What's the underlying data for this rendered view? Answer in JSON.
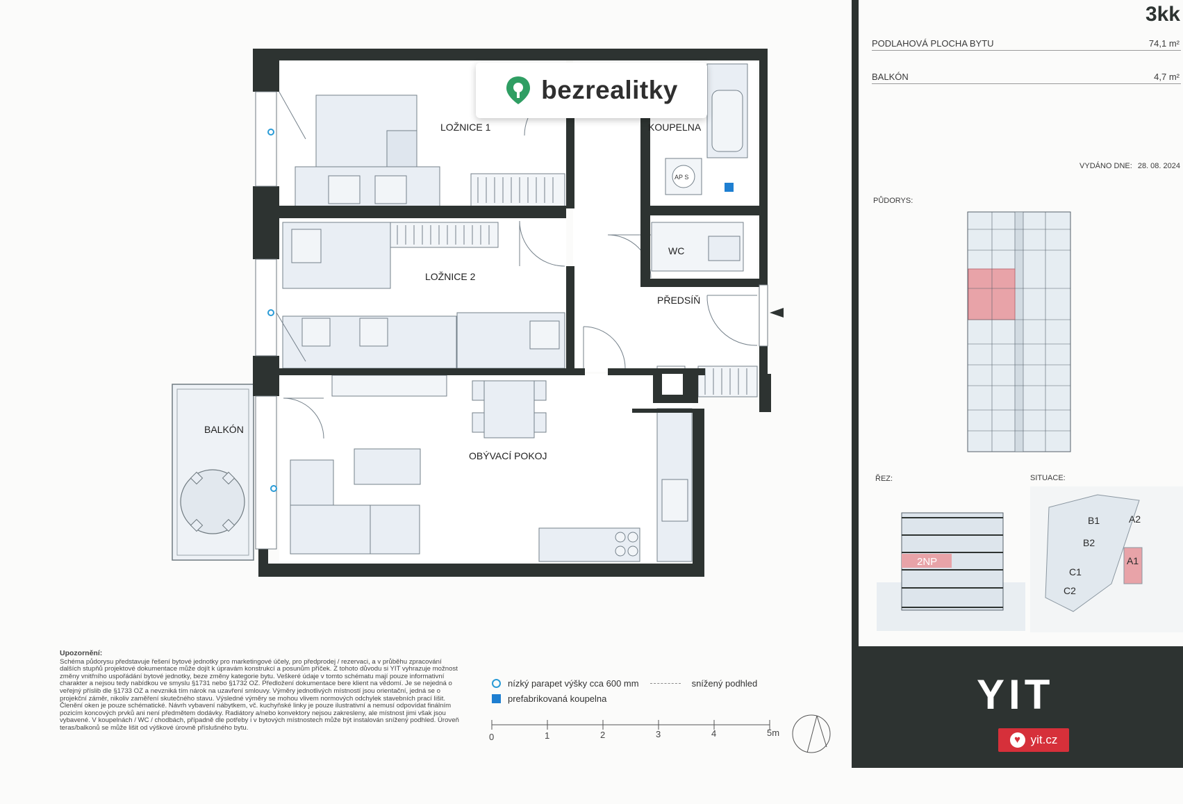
{
  "watermark": {
    "brand": "bezrealitky"
  },
  "rooms": {
    "loznice1": "LOŽNICE 1",
    "koupelna": "KOUPELNA",
    "loznice2": "LOŽNICE 2",
    "wc": "WC",
    "predsin": "PŘEDSÍŇ",
    "obyvaci": "OBÝVACÍ POKOJ",
    "balkon": "BALKÓN",
    "aps": "AP S"
  },
  "panel": {
    "unit_type": "3kk",
    "floor_area_label": "PODLAHOVÁ PLOCHA BYTU",
    "floor_area_value": "74,1 m²",
    "balcony_label": "BALKÓN",
    "balcony_value": "4,7 m²",
    "issued_label": "VYDÁNO DNE:",
    "issued_date": "28. 08. 2024",
    "pudorys_label": "PŮDORYS:",
    "rez_label": "ŘEZ:",
    "situace_label": "SITUACE:",
    "floor_tag": "2NP",
    "buildings": [
      "B1",
      "A2",
      "B2",
      "A1",
      "C1",
      "C2"
    ],
    "logo": "YIT",
    "website": "yit.cz"
  },
  "notice": {
    "title": "Upozornění:",
    "text": "Schéma půdorysu představuje řešení bytové jednotky pro marketingové účely, pro předprodej / rezervaci, a v průběhu zpracování dalších stupňů projektové dokumentace může dojít k úpravám konstrukcí a posunům příček. Z tohoto důvodu si YIT vyhrazuje možnost změny vnitřního uspořádání bytové jednotky, beze změny kategorie bytu. Veškeré údaje v tomto schématu mají pouze informativní charakter a nejsou tedy nabídkou ve smyslu §1731 nebo §1732 OZ. Předložení dokumentace bere klient na vědomí. Je se nejedná o veřejný příslib dle §1733 OZ a nevzniká tím nárok na uzavření smlouvy. Výměry jednotlivých místností jsou orientační, jedná se o projekční záměr, nikoliv zaměření skutečného stavu. Výsledné výměry se mohou vlivem normových odchylek stavebních prací lišit. Členění oken je pouze schématické. Návrh vybavení nábytkem, vč. kuchyňské linky je pouze ilustrativní a nemusí odpovídat finálním pozicím koncových prvků ani není předmětem dodávky. Radiátory a/nebo konvektory nejsou zakresleny, ale místnost jimi však jsou vybavené. V koupelnách / WC / chodbách, případně dle potřeby i v bytových místnostech může být instalován snížený podhled. Úroveň teras/balkonů se může lišit od výškové úrovně příslušného bytu."
  },
  "legend": {
    "parapet": "nízký parapet výšky cca 600 mm",
    "ceiling": "snížený podhled",
    "bathroom": "prefabrikovaná koupelna"
  },
  "scale": {
    "ticks": [
      "0",
      "1",
      "2",
      "3",
      "4",
      "5m"
    ]
  },
  "colors": {
    "wall": "#2d3331",
    "highlight": "#e8a3a8",
    "accent": "#d6303a",
    "parapet": "#2a9bd6",
    "bath": "#1e7fd1",
    "furniture_fill": "#e9eef4"
  }
}
